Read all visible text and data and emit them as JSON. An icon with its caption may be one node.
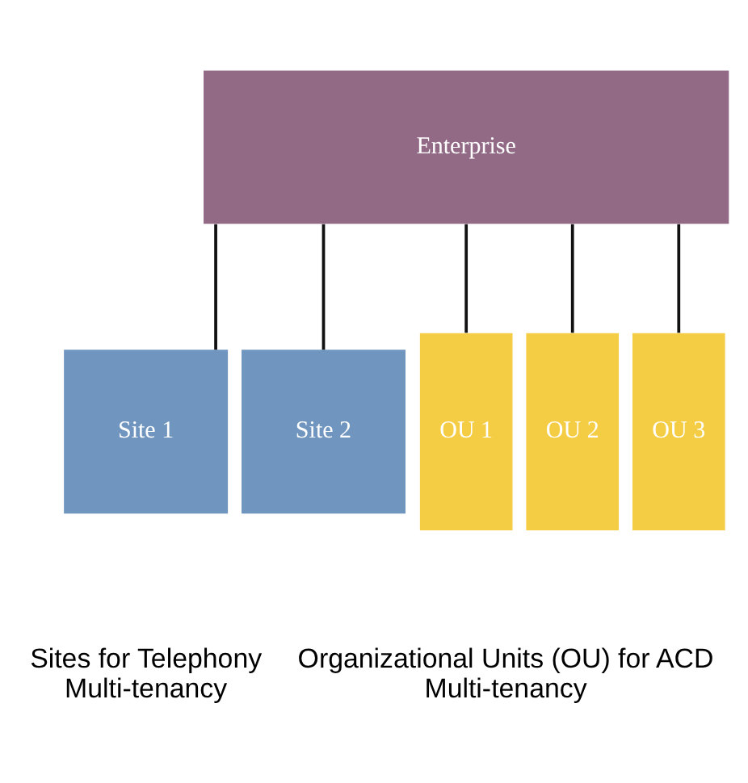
{
  "diagram": {
    "nodes": [
      {
        "text": [
          "Enterprise"
        ]
      },
      {
        "text": [
          "Site 1"
        ]
      },
      {
        "text": [
          "Site 2"
        ]
      },
      {
        "text": [
          "OU 1"
        ]
      },
      {
        "text": [
          "OU 2"
        ]
      },
      {
        "text": [
          "OU 3"
        ]
      }
    ],
    "edges": [
      {
        "from": 0,
        "to": 1,
        "arrow": "none"
      },
      {
        "from": 0,
        "to": 2,
        "arrow": "none"
      },
      {
        "from": 0,
        "to": 3,
        "arrow": "none"
      },
      {
        "from": 0,
        "to": 4,
        "arrow": "none"
      },
      {
        "from": 0,
        "to": 5,
        "arrow": "none"
      }
    ],
    "labels": [
      "Sites for Telephony Multi-tenancy",
      "Organizational Units (OU) for ACD Multi-tenancy"
    ]
  }
}
